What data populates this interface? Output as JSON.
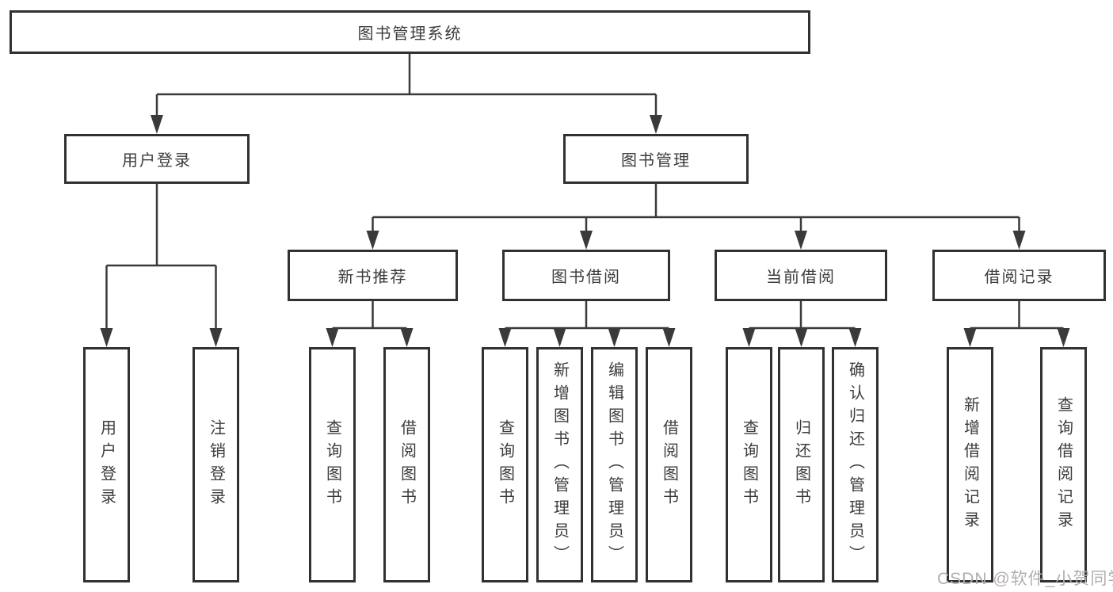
{
  "diagram_title": "图书管理系统",
  "colors": {
    "background": "#ffffff",
    "border": "#313131",
    "line": "#3a3a3a",
    "text": "#3c3c3c",
    "watermark": "#b5adad"
  },
  "watermark": {
    "text": "CSDN @软件_小贺同学"
  },
  "tree": {
    "root": {
      "label": "图书管理系统"
    },
    "branches": [
      {
        "label": "用户登录",
        "children": [
          {
            "label": "用户登录"
          },
          {
            "label": "注销登录"
          }
        ]
      },
      {
        "label": "图书管理",
        "children": [
          {
            "label": "新书推荐",
            "children": [
              {
                "label": "查询图书"
              },
              {
                "label": "借阅图书"
              }
            ]
          },
          {
            "label": "图书借阅",
            "children": [
              {
                "label": "查询图书"
              },
              {
                "label": "新增图书（管理员）"
              },
              {
                "label": "编辑图书（管理员）"
              },
              {
                "label": "借阅图书"
              }
            ]
          },
          {
            "label": "当前借阅",
            "children": [
              {
                "label": "查询图书"
              },
              {
                "label": "归还图书"
              },
              {
                "label": "确认归还（管理员）"
              }
            ]
          },
          {
            "label": "借阅记录",
            "children": [
              {
                "label": "新增借阅记录"
              },
              {
                "label": "查询借阅记录"
              }
            ]
          }
        ]
      }
    ]
  }
}
